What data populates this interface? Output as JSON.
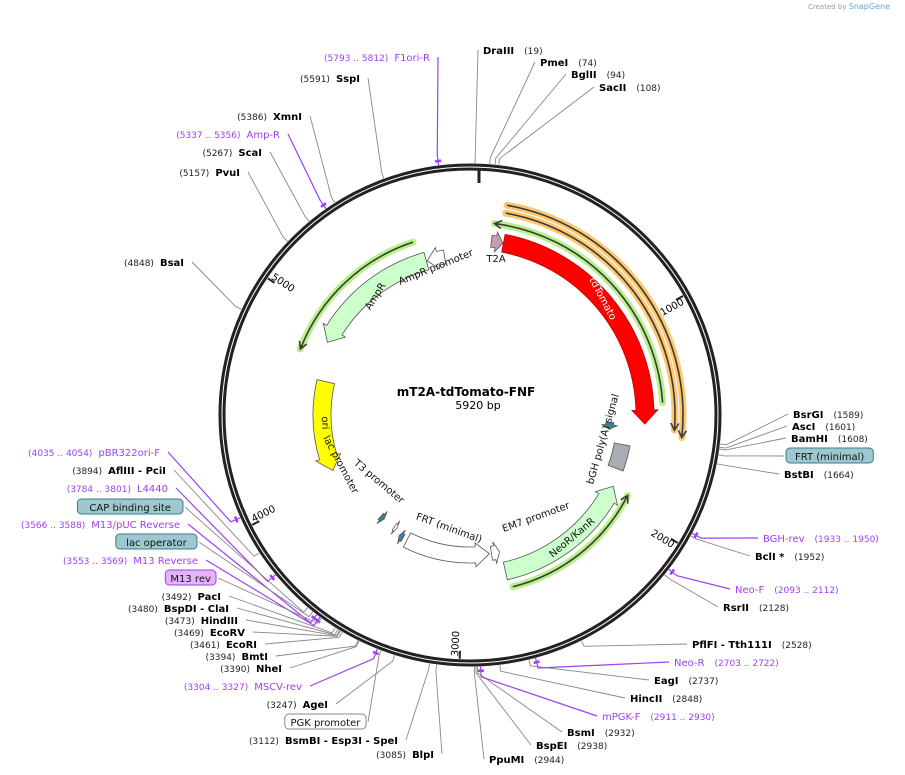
{
  "credit": {
    "prefix": "Created by",
    "brand": "SnapGene"
  },
  "plasmid": {
    "name": "mT2A-tdTomato-FNF",
    "size_label": "5920 bp",
    "length_bp": 5920
  },
  "ticks": [
    {
      "bp": 1000,
      "label": "1000"
    },
    {
      "bp": 2000,
      "label": "2000"
    },
    {
      "bp": 3000,
      "label": "3000"
    },
    {
      "bp": 4000,
      "label": "4000"
    },
    {
      "bp": 5000,
      "label": "5000"
    }
  ],
  "features": [
    {
      "name": "tdTomato",
      "start": 181,
      "end": 1529,
      "direction": "forward",
      "color": "#ff0000"
    },
    {
      "name": "T2A",
      "start": 115,
      "end": 178,
      "direction": "forward",
      "color": "#c89cb4"
    },
    {
      "name": "AmpR",
      "start": 4884,
      "end": 5660,
      "direction": "reverse",
      "color": "#ccffcc"
    },
    {
      "name": "AmpR promoter",
      "start": 5665,
      "end": 5770,
      "direction": "reverse",
      "color": "#ffffff"
    },
    {
      "name": "ori",
      "start": 4078,
      "end": 4654,
      "direction": "reverse",
      "color": "#ffff00"
    },
    {
      "name": "lac promoter",
      "start": 3610,
      "end": 3640,
      "direction": "reverse",
      "color": "#3a8096"
    },
    {
      "name": "T3 promoter",
      "start": 3500,
      "end": 3520,
      "direction": "reverse",
      "color": "#ffffff"
    },
    {
      "name": "FRT (minimal)",
      "start": 3430,
      "end": 3460,
      "direction": "forward",
      "color": "#3a8096"
    },
    {
      "name": "PGK promoter",
      "start": 2829,
      "end": 3400,
      "direction": "reverse",
      "color": "#ffffff"
    },
    {
      "name": "EM7 promoter",
      "start": 2760,
      "end": 2815,
      "direction": "reverse",
      "color": "#ffffff"
    },
    {
      "name": "NeoR/KanR",
      "start": 1915,
      "end": 2750,
      "direction": "reverse",
      "color": "#ccffcc"
    },
    {
      "name": "bGH poly(A) signal",
      "start": 1660,
      "end": 1810,
      "direction": "none",
      "color": "#a8adb4"
    },
    {
      "name": "FRT (minimal)",
      "start": 1530,
      "end": 1575,
      "direction": "forward",
      "color": "#3a8096"
    }
  ],
  "labels": [
    {
      "kind": "primer",
      "name": "F1ori-R",
      "pos": "(5793 .. 5812)",
      "bp": 5802
    },
    {
      "kind": "enzyme",
      "name": "SspI",
      "pos": "(5591)",
      "bp": 5591
    },
    {
      "kind": "enzyme",
      "name": "XmnI",
      "pos": "(5386)",
      "bp": 5386
    },
    {
      "kind": "primer",
      "name": "Amp-R",
      "pos": "(5337 .. 5356)",
      "bp": 5346
    },
    {
      "kind": "enzyme",
      "name": "ScaI",
      "pos": "(5267)",
      "bp": 5267
    },
    {
      "kind": "enzyme",
      "name": "PvuI",
      "pos": "(5157)",
      "bp": 5157
    },
    {
      "kind": "enzyme",
      "name": "BsaI",
      "pos": "(4848)",
      "bp": 4848
    },
    {
      "kind": "primer",
      "name": "pBR322ori-F",
      "pos": "(4035 .. 4054)",
      "bp": 4044
    },
    {
      "kind": "enzyme",
      "name": "AflIII  - PciI",
      "pos": "(3894)",
      "bp": 3894
    },
    {
      "kind": "primer",
      "name": "L4440",
      "pos": "(3784 .. 3801)",
      "bp": 3792
    },
    {
      "kind": "feature",
      "name": "CAP binding site",
      "bp": 3620,
      "color": "#9ec8d0"
    },
    {
      "kind": "primer",
      "name": "M13/pUC Reverse",
      "pos": "(3566 .. 3588)",
      "bp": 3577
    },
    {
      "kind": "feature",
      "name": "lac operator",
      "bp": 3595,
      "color": "#9ec8d0"
    },
    {
      "kind": "primer",
      "name": "M13 Reverse",
      "pos": "(3553 .. 3569)",
      "bp": 3561
    },
    {
      "kind": "feature",
      "name": "M13 rev",
      "bp": 3555,
      "color": "#e4b4f8"
    },
    {
      "kind": "enzyme",
      "name": "PacI",
      "pos": "(3492)",
      "bp": 3492
    },
    {
      "kind": "enzyme",
      "name": "BspDI  - ClaI",
      "pos": "(3480)",
      "bp": 3480
    },
    {
      "kind": "enzyme",
      "name": "HindIII",
      "pos": "(3473)",
      "bp": 3473
    },
    {
      "kind": "enzyme",
      "name": "EcoRV",
      "pos": "(3469)",
      "bp": 3469
    },
    {
      "kind": "enzyme",
      "name": "EcoRI",
      "pos": "(3461)",
      "bp": 3461
    },
    {
      "kind": "enzyme",
      "name": "BmtI",
      "pos": "(3394)",
      "bp": 3394
    },
    {
      "kind": "enzyme",
      "name": "NheI",
      "pos": "(3390)",
      "bp": 3390
    },
    {
      "kind": "primer",
      "name": "MSCV-rev",
      "pos": "(3304 .. 3327)",
      "bp": 3315
    },
    {
      "kind": "enzyme",
      "name": "AgeI",
      "pos": "(3247)",
      "bp": 3247
    },
    {
      "kind": "feature",
      "name": "PGK promoter",
      "bp": 3300,
      "color": "#ffffff"
    },
    {
      "kind": "enzyme",
      "name": "BsmBI  - Esp3I  - SpeI",
      "pos": "(3112)",
      "bp": 3112
    },
    {
      "kind": "enzyme",
      "name": "BlpI",
      "pos": "(3085)",
      "bp": 3085
    },
    {
      "kind": "enzyme",
      "name": "PpuMI",
      "pos": "(2944)",
      "bp": 2944
    },
    {
      "kind": "enzyme",
      "name": "BspEI",
      "pos": "(2938)",
      "bp": 2938
    },
    {
      "kind": "enzyme",
      "name": "BsmI",
      "pos": "(2932)",
      "bp": 2932
    },
    {
      "kind": "primer",
      "name": "mPGK-F",
      "pos": "(2911 .. 2930)",
      "bp": 2920
    },
    {
      "kind": "enzyme",
      "name": "HincII",
      "pos": "(2848)",
      "bp": 2848
    },
    {
      "kind": "enzyme",
      "name": "EagI",
      "pos": "(2737)",
      "bp": 2737
    },
    {
      "kind": "primer",
      "name": "Neo-R",
      "pos": "(2703 .. 2722)",
      "bp": 2712
    },
    {
      "kind": "enzyme",
      "name": "PflFI  - Tth111I",
      "pos": "(2528)",
      "bp": 2528
    },
    {
      "kind": "enzyme",
      "name": "RsrII",
      "pos": "(2128)",
      "bp": 2128
    },
    {
      "kind": "primer",
      "name": "Neo-F",
      "pos": "(2093 .. 2112)",
      "bp": 2102
    },
    {
      "kind": "enzyme",
      "name": "BclI *",
      "pos": "(1952)",
      "bp": 1952
    },
    {
      "kind": "primer",
      "name": "BGH-rev",
      "pos": "(1933 .. 1950)",
      "bp": 1941
    },
    {
      "kind": "enzyme",
      "name": "BstBI",
      "pos": "(1664)",
      "bp": 1664
    },
    {
      "kind": "feature",
      "name": "FRT (minimal)",
      "bp": 1630,
      "color": "#9ec8d0"
    },
    {
      "kind": "enzyme",
      "name": "BamHI",
      "pos": "(1608)",
      "bp": 1608
    },
    {
      "kind": "enzyme",
      "name": "AscI",
      "pos": "(1601)",
      "bp": 1601
    },
    {
      "kind": "enzyme",
      "name": "BsrGI",
      "pos": "(1589)",
      "bp": 1589
    },
    {
      "kind": "enzyme",
      "name": "SacII",
      "pos": "(108)",
      "bp": 108
    },
    {
      "kind": "enzyme",
      "name": "BglII",
      "pos": "(94)",
      "bp": 94
    },
    {
      "kind": "enzyme",
      "name": "PmeI",
      "pos": "(74)",
      "bp": 74
    },
    {
      "kind": "enzyme",
      "name": "DraIII",
      "pos": "(19)",
      "bp": 19
    }
  ],
  "colors": {
    "primer": "#a040f0",
    "ring": "#222222",
    "orf_halo_green": "#b8f08a",
    "orf_halo_orange": "#ffc870"
  }
}
